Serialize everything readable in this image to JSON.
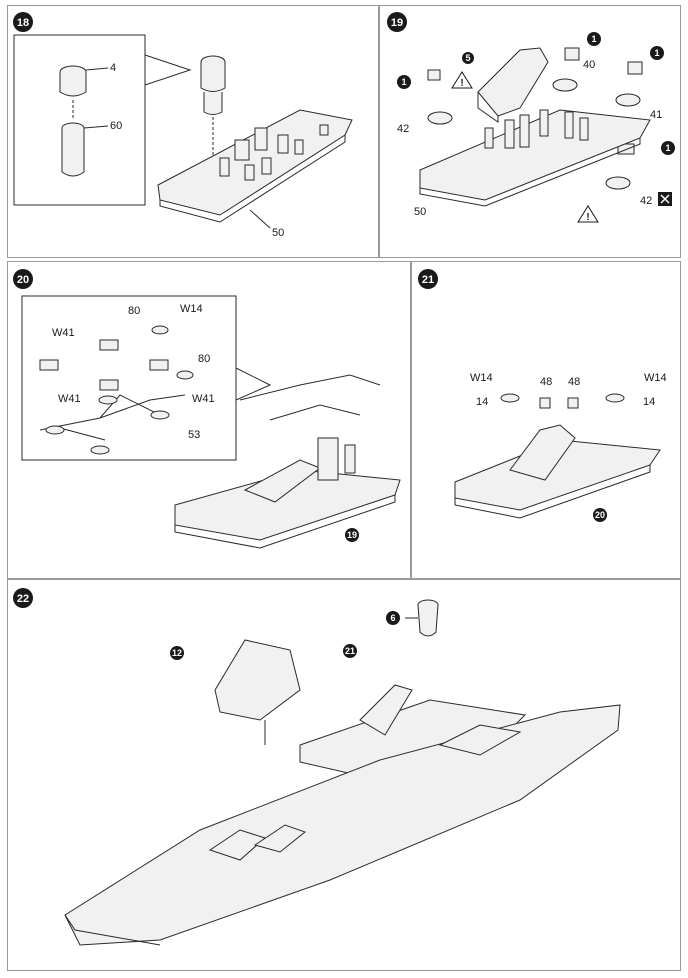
{
  "steps": {
    "s18": {
      "num": "18",
      "labels": [
        "4",
        "60",
        "50"
      ]
    },
    "s19": {
      "num": "19",
      "labels": [
        "5",
        "40",
        "42",
        "41",
        "42",
        "50"
      ],
      "callout": "1",
      "warn": "!"
    },
    "s20": {
      "num": "20",
      "labels": [
        "80",
        "W14",
        "W41",
        "80",
        "W41",
        "W41",
        "53"
      ],
      "ref": "19"
    },
    "s21": {
      "num": "21",
      "labels": [
        "W14",
        "48",
        "48",
        "W14",
        "14",
        "14"
      ],
      "ref": "20"
    },
    "s22": {
      "num": "22",
      "labels": [
        "6"
      ],
      "ref12": "12",
      "ref21": "21"
    }
  }
}
